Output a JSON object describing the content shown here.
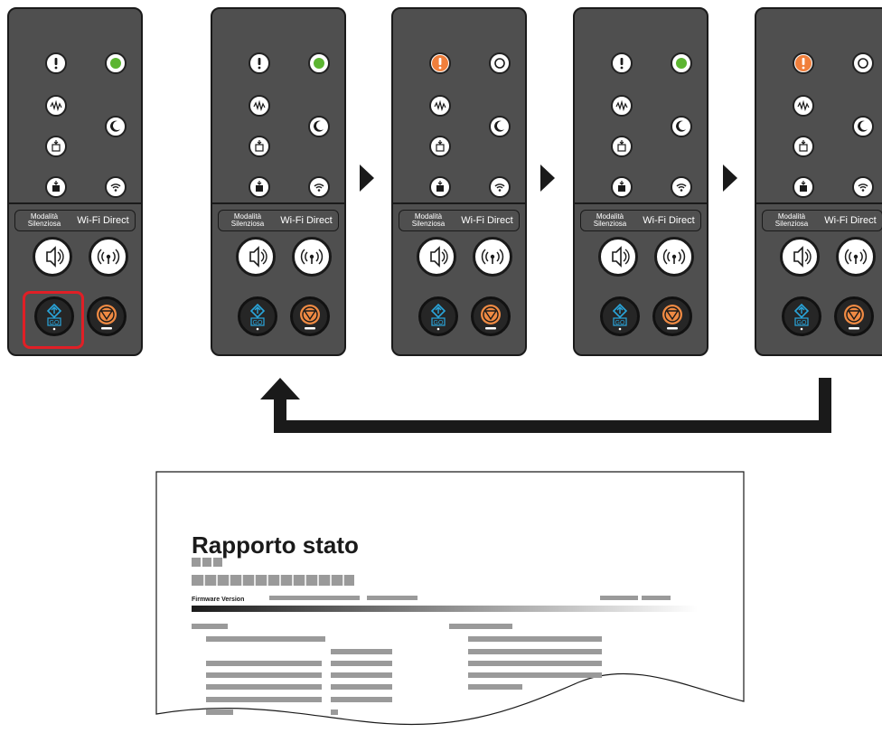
{
  "panels": [
    {
      "id": "p1",
      "attention": "off",
      "ready": "green",
      "highlight_go": true
    },
    {
      "id": "p2",
      "attention": "off",
      "ready": "green",
      "highlight_go": false
    },
    {
      "id": "p3",
      "attention": "orange",
      "ready": "off",
      "highlight_go": false
    },
    {
      "id": "p4",
      "attention": "off",
      "ready": "green",
      "highlight_go": false
    },
    {
      "id": "p5",
      "attention": "orange",
      "ready": "off",
      "highlight_go": false
    }
  ],
  "labels": {
    "silent_line1": "Modalità",
    "silent_line2": "Silenziosa",
    "wifi": "Wi-Fi Direct",
    "go": "GO"
  },
  "icons": [
    "attention-icon",
    "ready-icon",
    "data-icon",
    "sleep-icon",
    "toner-icon",
    "wifi-icon",
    "paper-icon",
    "silent-mode-icon",
    "wifi-direct-icon",
    "go-icon",
    "stop-icon"
  ],
  "colors": {
    "panel": "#4f4f4f",
    "green": "#5cb531",
    "orange": "#f07f3c",
    "go_blue": "#29a6dc",
    "stop_orange": "#ef8a43",
    "highlight": "#e01f26"
  },
  "report": {
    "title": "Rapporto stato",
    "firmware_label": "Firmware Version"
  }
}
